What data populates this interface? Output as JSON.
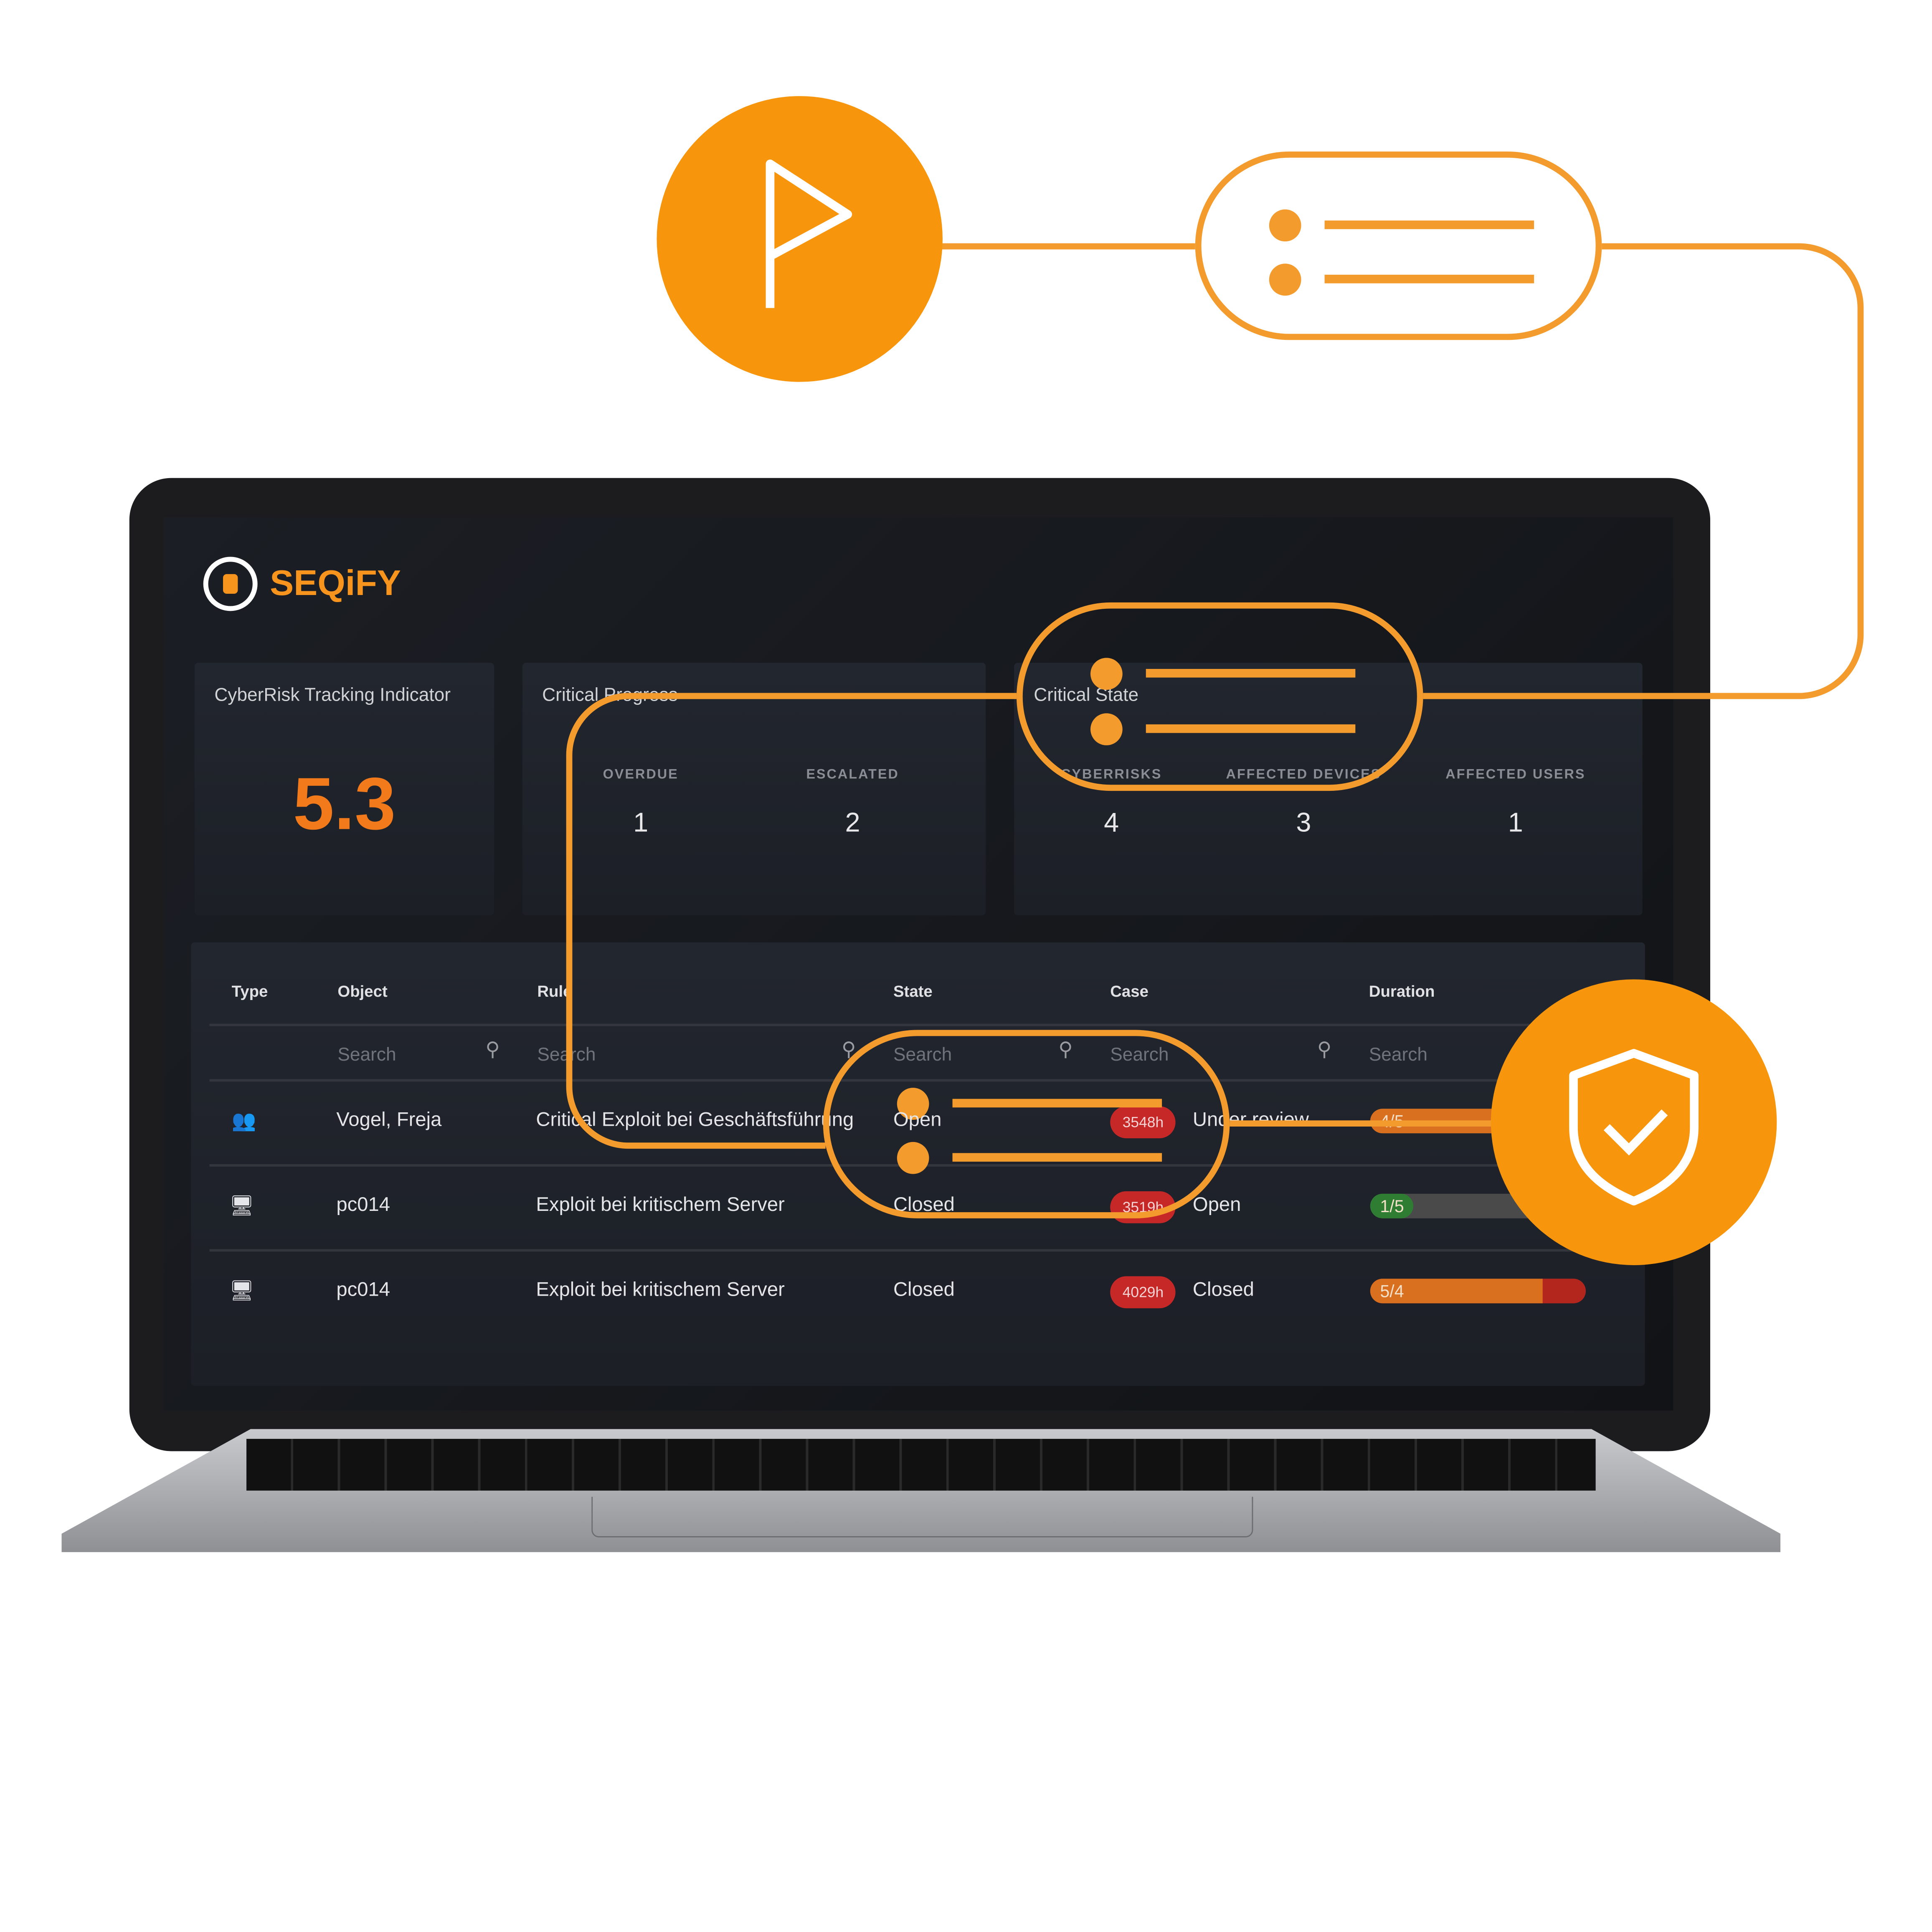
{
  "brand": {
    "name": "SEQiFY"
  },
  "cards": {
    "tracking": {
      "title": "CyberRisk Tracking Indicator",
      "value": "5.3"
    },
    "progress": {
      "title": "Critical Progress",
      "kpis": [
        {
          "label": "OVERDUE",
          "value": "1"
        },
        {
          "label": "ESCALATED",
          "value": "2"
        }
      ]
    },
    "state": {
      "title": "Critical State",
      "kpis": [
        {
          "label": "CYBERRISKS",
          "value": "4"
        },
        {
          "label": "AFFECTED DEVICES",
          "value": "3"
        },
        {
          "label": "AFFECTED USERS",
          "value": "1"
        }
      ]
    }
  },
  "table": {
    "headers": [
      "Type",
      "Object",
      "Rule",
      "State",
      "Case",
      "Duration"
    ],
    "search_placeholder": "Search",
    "rows": [
      {
        "type": "users-icon",
        "object": "Vogel, Freja",
        "rule": "Critical Exploit bei Geschäftsführung",
        "state": "Open",
        "case_hours": "3548h",
        "case_status": "Under review",
        "duration": "4/5",
        "progress": 0.8
      },
      {
        "type": "devices-icon",
        "object": "pc014",
        "rule": "Exploit bei kritischem Server",
        "state": "Closed",
        "case_hours": "3519h",
        "case_status": "Open",
        "duration": "1/5",
        "progress": 0.2
      },
      {
        "type": "devices-icon",
        "object": "pc014",
        "rule": "Exploit bei kritischem Server",
        "state": "Closed",
        "case_hours": "4029h",
        "case_status": "Closed",
        "duration": "5/4",
        "progress": 1.25
      }
    ]
  },
  "colors": {
    "accent": "#f7960d",
    "danger": "#c62828",
    "success": "#2e7d32"
  }
}
